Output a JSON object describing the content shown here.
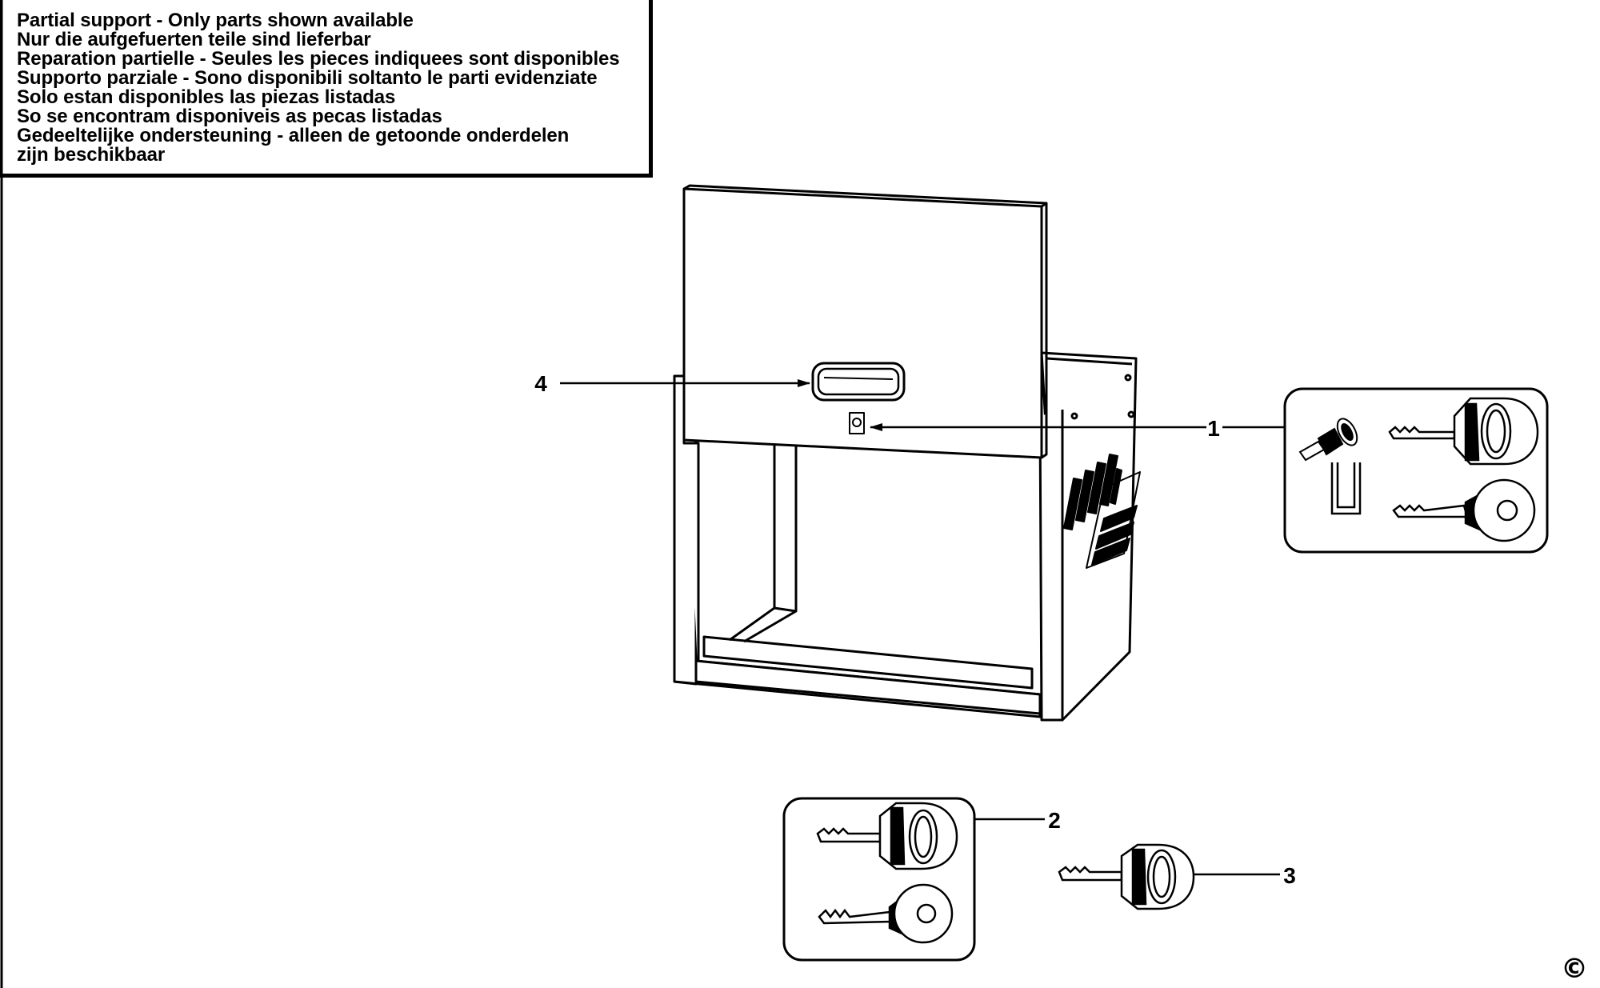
{
  "notice": {
    "lines": [
      "Partial support - Only parts shown available",
      "Nur die aufgefuerten teile sind lieferbar",
      "Reparation partielle - Seules les pieces indiquees sont disponibles",
      "Supporto parziale - Sono disponibili soltanto le parti evidenziate",
      "Solo estan disponibles las piezas listadas",
      "So se encontram disponiveis as pecas listadas",
      "Gedeeltelijke ondersteuning - alleen de getoonde onderdelen",
      "zijn beschikbaar"
    ]
  },
  "callouts": {
    "part1": "1",
    "part2": "2",
    "part3": "3",
    "part4": "4"
  },
  "icons": {
    "lock": "lock-cylinder-icon",
    "key": "key-icon"
  },
  "copyright": "©"
}
